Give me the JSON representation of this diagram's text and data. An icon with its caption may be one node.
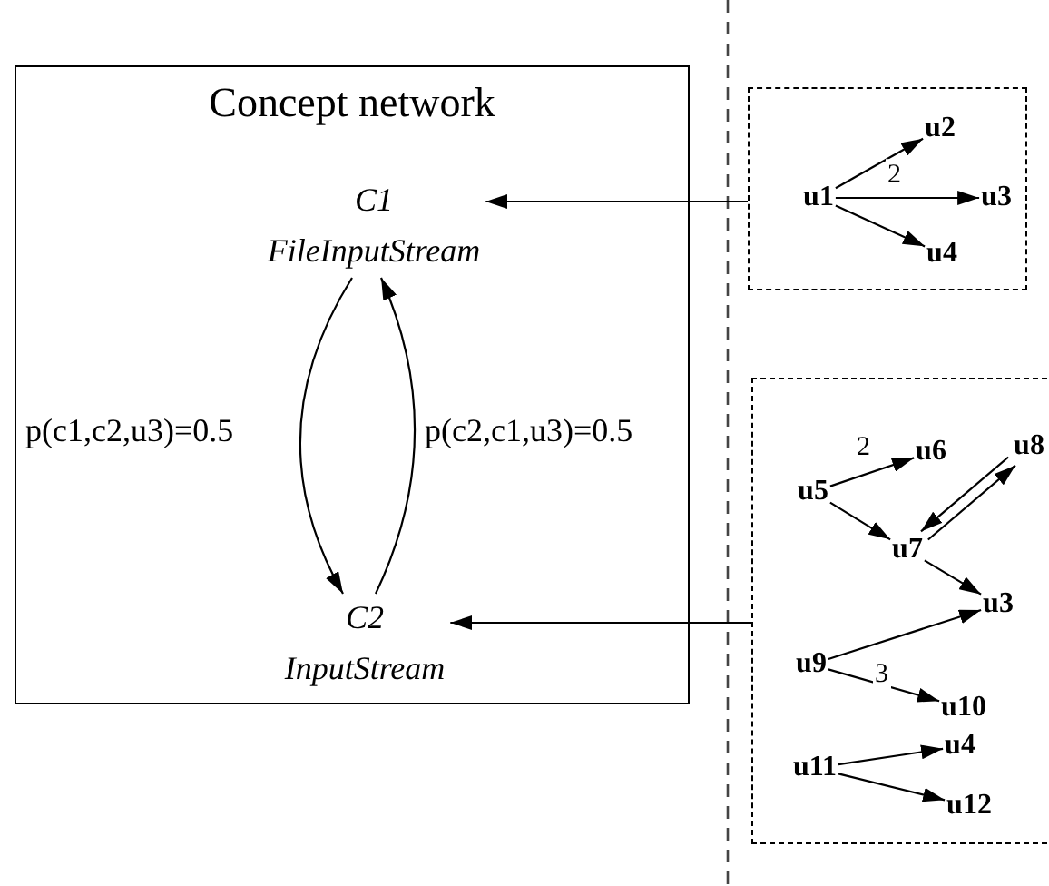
{
  "diagram": {
    "nodes": [
      {
        "text": [
          "Concept network"
        ]
      },
      {
        "text": [
          "C1",
          "FileInputStream"
        ],
        "in": 0
      },
      {
        "text": [
          "C2",
          "InputStream"
        ],
        "in": 0
      },
      {
        "text": [],
        "shape": "box"
      },
      {
        "text": [
          "u1"
        ],
        "in": 3
      },
      {
        "text": [
          "u2"
        ],
        "in": 3
      },
      {
        "text": [
          "u3"
        ],
        "in": 3
      },
      {
        "text": [
          "u4"
        ],
        "in": 3
      },
      {
        "text": [],
        "shape": "box"
      },
      {
        "text": [
          "u5"
        ],
        "in": 8
      },
      {
        "text": [
          "u6"
        ],
        "in": 8
      },
      {
        "text": [
          "u8"
        ],
        "in": 8
      },
      {
        "text": [
          "u7"
        ],
        "in": 8
      },
      {
        "text": [
          "u3"
        ],
        "in": 8
      },
      {
        "text": [
          "u9"
        ],
        "in": 8
      },
      {
        "text": [
          "u10"
        ],
        "in": 8
      },
      {
        "text": [
          "u11"
        ],
        "in": 8
      },
      {
        "text": [
          "u4"
        ],
        "in": 8
      },
      {
        "text": [
          "u12"
        ],
        "in": 8
      }
    ],
    "edges": [
      {
        "from": 1,
        "to": 2,
        "arrow": "to",
        "label": "p(c1,c2,u3)=0.5"
      },
      {
        "from": 2,
        "to": 1,
        "arrow": "to",
        "label": "p(c2,c1,u3)=0.5"
      },
      {
        "from": 3,
        "to": 1,
        "arrow": "to"
      },
      {
        "from": 8,
        "to": 2,
        "arrow": "to"
      },
      {
        "from": 4,
        "to": 5,
        "arrow": "to"
      },
      {
        "from": 4,
        "to": 6,
        "arrow": "to",
        "label": "2"
      },
      {
        "from": 4,
        "to": 7,
        "arrow": "to"
      },
      {
        "from": 9,
        "to": 10,
        "arrow": "to",
        "label": "2"
      },
      {
        "from": 9,
        "to": 12,
        "arrow": "to"
      },
      {
        "from": 12,
        "to": 11,
        "arrow": "to"
      },
      {
        "from": 11,
        "to": 12,
        "arrow": "to"
      },
      {
        "from": 12,
        "to": 13,
        "arrow": "to"
      },
      {
        "from": 14,
        "to": 13,
        "arrow": "to"
      },
      {
        "from": 14,
        "to": 15,
        "arrow": "to",
        "label": "3"
      },
      {
        "from": 16,
        "to": 17,
        "arrow": "to"
      },
      {
        "from": 16,
        "to": 18,
        "arrow": "to"
      }
    ]
  }
}
